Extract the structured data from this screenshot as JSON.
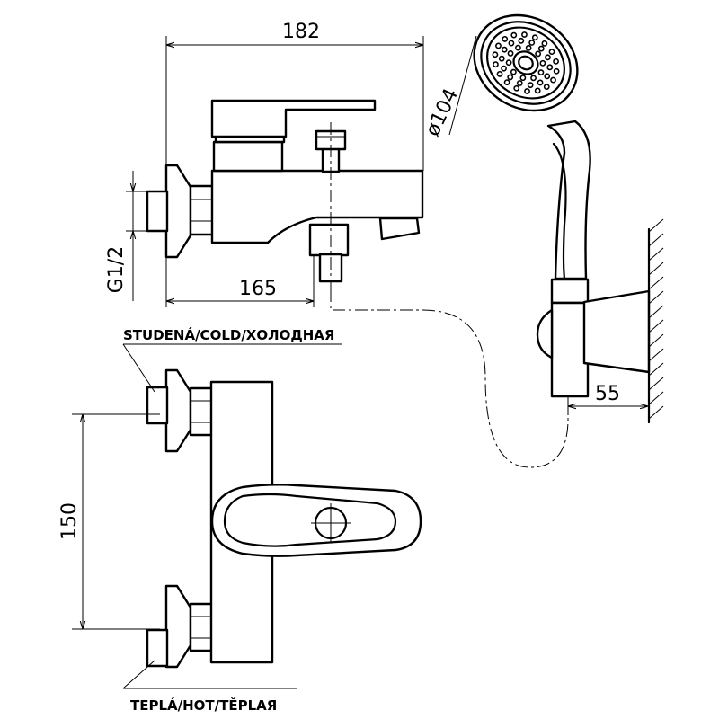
{
  "dimensions": {
    "overall_width": "182",
    "body_width": "165",
    "thread": "G1/2",
    "head_diameter": "ø104",
    "holder_depth": "55",
    "inlet_spacing": "150"
  },
  "labels": {
    "cold": "STUDENÁ/COLD/ХОЛОДНАЯ",
    "hot": "TEPLÁ/HOT/TĚPLAЯ"
  },
  "colors": {
    "line": "#000000",
    "background": "#ffffff"
  }
}
